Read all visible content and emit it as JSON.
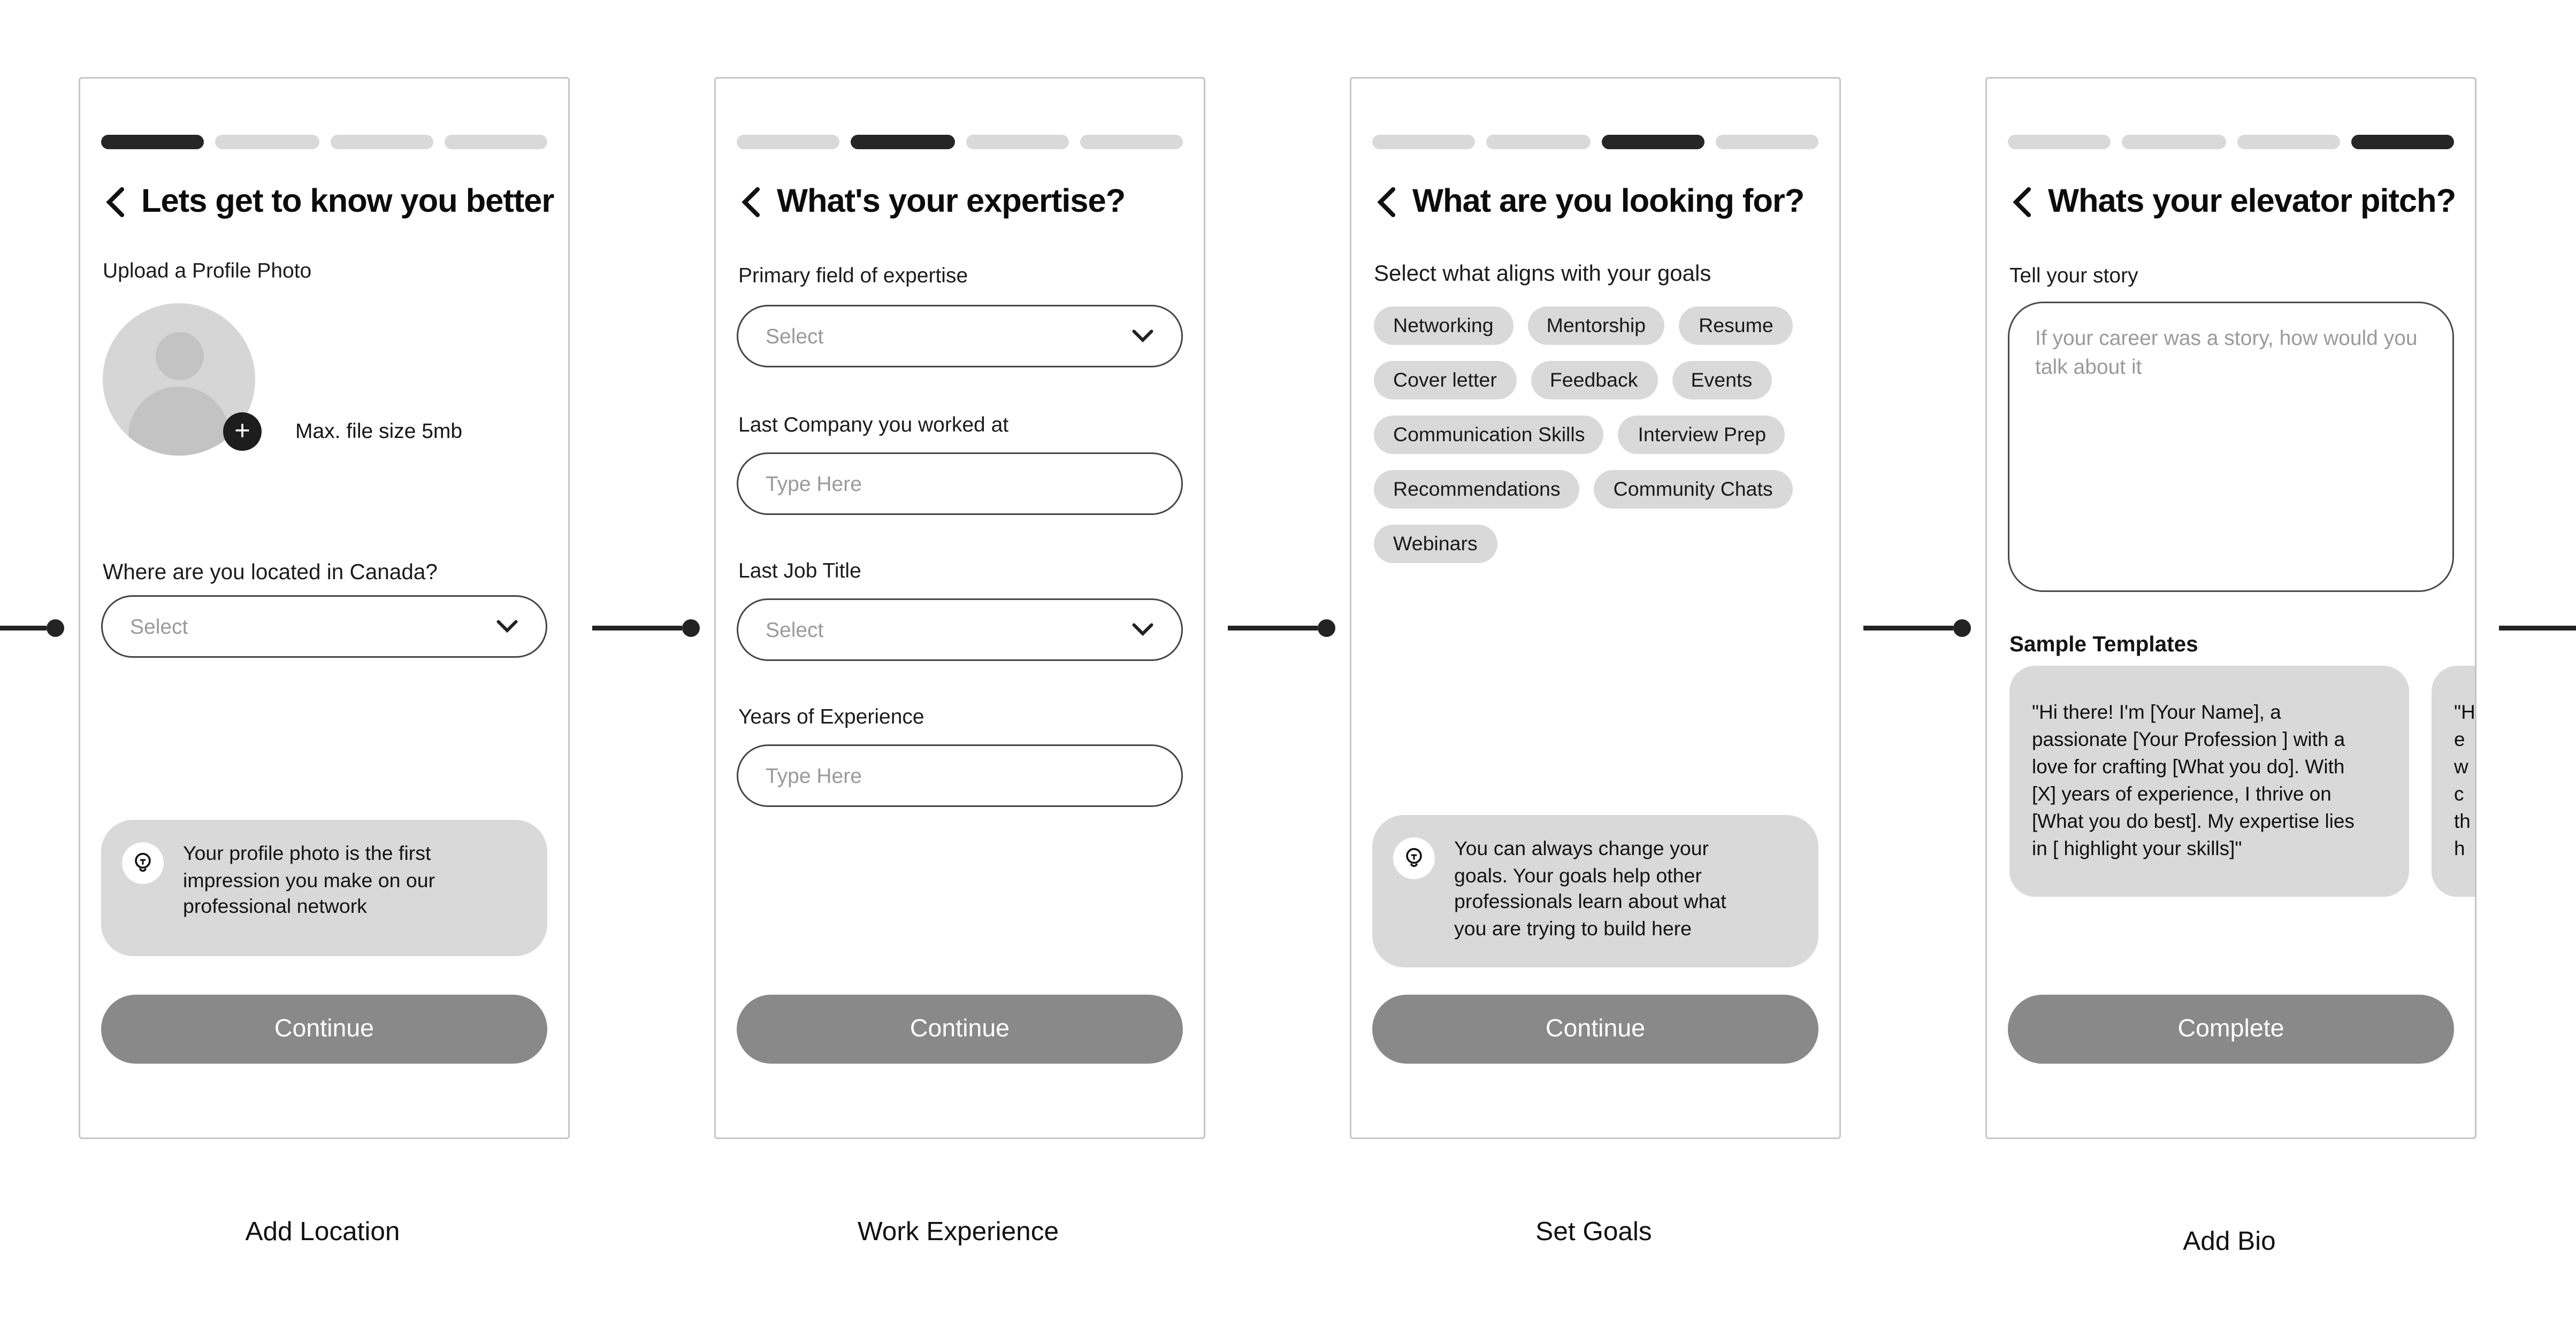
{
  "colors": {
    "progress_active": "#262626",
    "progress_inactive": "#d9d9d9",
    "chip_bg": "#d9d9d9",
    "tip_bg": "#d9d9d9",
    "button_bg": "#898989",
    "button_text": "#ffffff",
    "card_border": "#c6c6c6",
    "input_border": "#454545",
    "placeholder": "#9a9a9a",
    "badge_bg": "#1d1d1d",
    "connector": "#232323"
  },
  "icons": {
    "back": "chevron-left",
    "dropdown": "chevron-down",
    "add_photo": "plus",
    "tip": "lightbulb",
    "avatar": "person-silhouette",
    "plus_glyph": "+"
  },
  "screens": [
    {
      "step": 1,
      "title": "Lets get to know you better",
      "caption": "Add Location",
      "upload_label": "Upload a Profile Photo",
      "max_file": "Max. file size 5mb",
      "location_label": "Where are you located in Canada?",
      "location_placeholder": "Select",
      "tip": "Your profile photo is the first\nimpression you make on our\nprofessional network",
      "cta": "Continue"
    },
    {
      "step": 2,
      "title": "What's your expertise?",
      "caption": "Work Experience",
      "field1_label": "Primary field of expertise",
      "field1_placeholder": "Select",
      "field2_label": "Last Company you worked at",
      "field2_placeholder": "Type Here",
      "field3_label": "Last Job Title",
      "field3_placeholder": "Select",
      "field4_label": "Years of Experience",
      "field4_placeholder": "Type Here",
      "cta": "Continue"
    },
    {
      "step": 3,
      "title": "What are you looking for?",
      "caption": "Set Goals",
      "subtitle": "Select what aligns with your goals",
      "tags": [
        "Networking",
        "Mentorship",
        "Resume",
        "Cover letter",
        "Feedback",
        "Events",
        "Communication Skills",
        "Interview Prep",
        "Recommendations",
        "Community Chats",
        "Webinars"
      ],
      "tip": "You can always change your\ngoals. Your goals help other\nprofessionals learn about what\nyou are trying to build here",
      "cta": "Continue"
    },
    {
      "step": 4,
      "title": "Whats your elevator pitch?",
      "caption": "Add Bio",
      "story_label": "Tell your story",
      "story_placeholder": "If your career was a story, how would you\ntalk about it",
      "templates_label": "Sample Templates",
      "template_1": "\"Hi there! I'm [Your Name], a\npassionate [Your Profession ] with a\nlove for crafting [What you do]. With\n[X] years of experience, I thrive on\n[What you do best]. My expertise lies\nin [ highlight your skills]\"",
      "template_2_partial": "\"H\ne\nw\nc\nth\nh",
      "cta": "Complete"
    }
  ]
}
